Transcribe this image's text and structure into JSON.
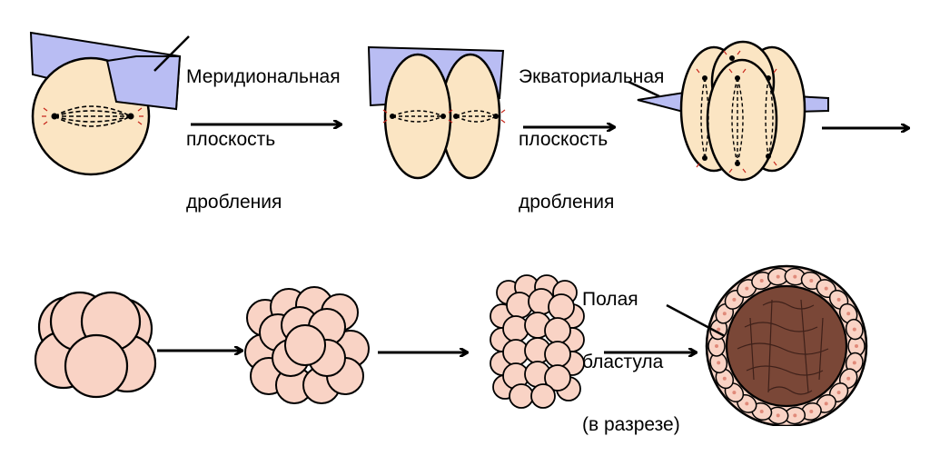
{
  "labels": {
    "meridional": [
      "Меридиональная",
      "плоскость",
      "дробления"
    ],
    "equatorial": [
      "Экваториальная",
      "плоскость",
      "дробления"
    ],
    "blastula": [
      "Полая",
      "бластула",
      "(в разрезе)"
    ]
  },
  "colors": {
    "egg_fill": "#fbe5c3",
    "plane_fill": "#b9bdf3",
    "cell_fill": "#f9d3c5",
    "cavity_fill": "#7a4737",
    "centrosome_ray": "#c8291e",
    "outline": "#000000"
  },
  "stages_top": [
    "zygote",
    "2-cell",
    "4-cell"
  ],
  "stages_bottom": [
    "8-cell",
    "16-cell",
    "32-cell",
    "blastula"
  ]
}
